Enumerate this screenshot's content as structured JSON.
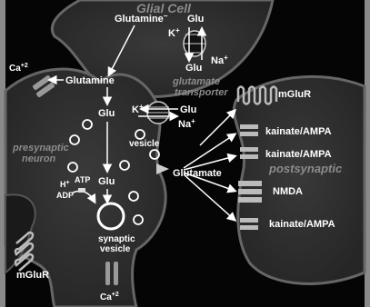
{
  "regions": {
    "glial": "Glial Cell",
    "presynaptic": [
      "presynaptic",
      "neuron"
    ],
    "postsynaptic": "postsynaptic"
  },
  "labels": {
    "glutamine_glial": "Glutamine",
    "glutamine_glial_sup": "−",
    "glu_top": "Glu",
    "k_top": "K",
    "k_sup": "+",
    "glu_top2": "Glu",
    "na_top": "Na",
    "na_sup": "+",
    "ca_top": "Ca",
    "ca_sup": "+2",
    "glutamine_pre": "Glutamine",
    "glu_pre1": "Glu",
    "transporter": [
      "glutamate",
      "transporter"
    ],
    "k_mid": "K",
    "k_mid_sup": "+",
    "glu_mid": "Glu",
    "na_mid": "Na",
    "na_mid_sup": "+",
    "mglur_top": "mGluR",
    "vesicle": "vesicle",
    "glutamate": "Glutamate",
    "glu_pre2": "Glu",
    "h_plus": "H",
    "h_sup": "+",
    "atp": "ATP",
    "adp": "ADP",
    "synaptic_vesicle": [
      "synaptic",
      "vesicle"
    ],
    "mglur_bottom": "mGluR",
    "ca_bottom": "Ca",
    "ca_bottom_sup": "+2"
  },
  "receptors": [
    "kainate/AMPA",
    "kainate/AMPA",
    "NMDA",
    "kainate/AMPA"
  ]
}
